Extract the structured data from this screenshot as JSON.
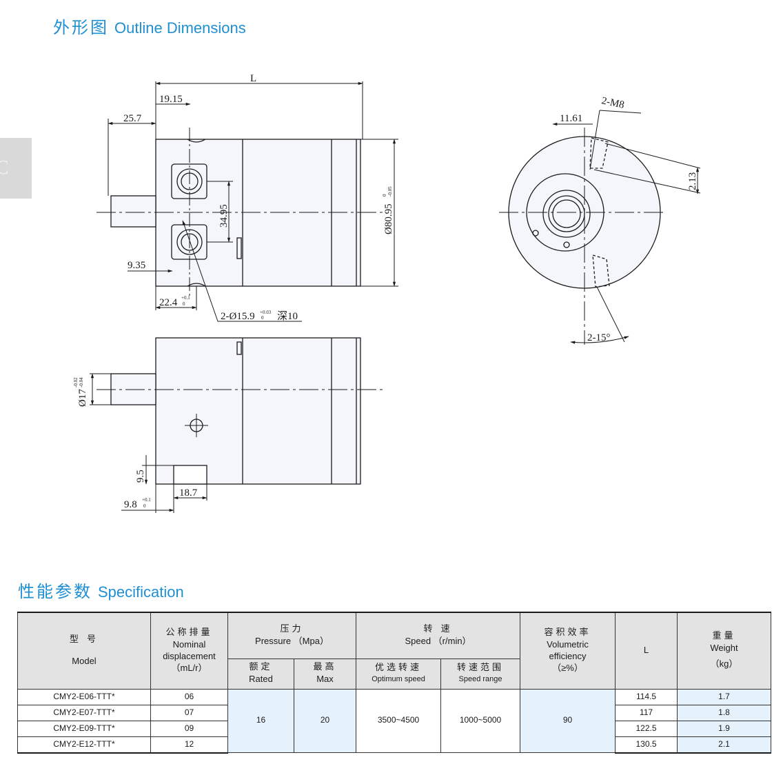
{
  "sections": {
    "outline": {
      "zh": "外形图",
      "en": "Outline Dimensions"
    },
    "spec": {
      "zh": "性能参数",
      "en": "Specification"
    }
  },
  "side_tab": "C",
  "drawing": {
    "dim_L": "L",
    "dim_19_15": "19.15",
    "dim_25_7": "25.7",
    "dim_34_95": "34.95",
    "dim_9_35": "9.35",
    "dim_22_4": "22.4",
    "dim_22_4_tol_upper": "+0.1",
    "dim_22_4_tol_lower": "0",
    "dim_port_note": "2-Ø15.9",
    "dim_port_tol_upper": "+0.03",
    "dim_port_tol_lower": "0",
    "dim_port_depth": "深10",
    "dim_body_dia": "Ø80.95",
    "dim_body_tol_upper": "0",
    "dim_body_tol_lower": "-0.05",
    "dim_11_61": "11.61",
    "dim_2_m8": "2-M8",
    "dim_2_13": "2.13",
    "dim_2_15deg": "2-15°",
    "dim_shaft_dia": "Ø17",
    "dim_shaft_tol_upper": "-0.02",
    "dim_shaft_tol_lower": "-0.04",
    "dim_9_5": "9.5",
    "dim_9_8": "9.8",
    "dim_9_8_tol_upper": "+0.1",
    "dim_9_8_tol_lower": "0",
    "dim_18_7": "18.7"
  },
  "table": {
    "headers": {
      "model": {
        "zh": "型 号",
        "en": "Model"
      },
      "displacement": {
        "zh": "公称排量",
        "en1": "Nominal",
        "en2": "displacement",
        "unit": "（mL/r）"
      },
      "pressure": {
        "zh": "压力",
        "en": "Pressure （Mpa）"
      },
      "rated": {
        "zh": "额定",
        "en": "Rated"
      },
      "max": {
        "zh": "最高",
        "en": "Max"
      },
      "speed": {
        "zh": "转 速",
        "en": "Speed    （r/min）"
      },
      "optimum": {
        "zh": "优选转速",
        "en": "Optimum speed"
      },
      "range": {
        "zh": "转速范围",
        "en": "Speed range"
      },
      "efficiency": {
        "zh": "容积效率",
        "en1": "Volumetric",
        "en2": "efficiency",
        "unit": "（≥%）"
      },
      "L": "L",
      "weight": {
        "zh": "重量",
        "en": "Weight",
        "unit": "（kg）"
      }
    },
    "shared": {
      "rated": "16",
      "max": "20",
      "optimum": "3500~4500",
      "range": "1000~5000",
      "efficiency": "90"
    },
    "rows": [
      {
        "model": "CMY2-E06-TTT*",
        "displacement": "06",
        "L": "114.5",
        "weight": "1.7"
      },
      {
        "model": "CMY2-E07-TTT*",
        "displacement": "07",
        "L": "117",
        "weight": "1.8"
      },
      {
        "model": "CMY2-E09-TTT*",
        "displacement": "09",
        "L": "122.5",
        "weight": "1.9"
      },
      {
        "model": "CMY2-E12-TTT*",
        "displacement": "12",
        "L": "130.5",
        "weight": "2.1"
      }
    ]
  }
}
